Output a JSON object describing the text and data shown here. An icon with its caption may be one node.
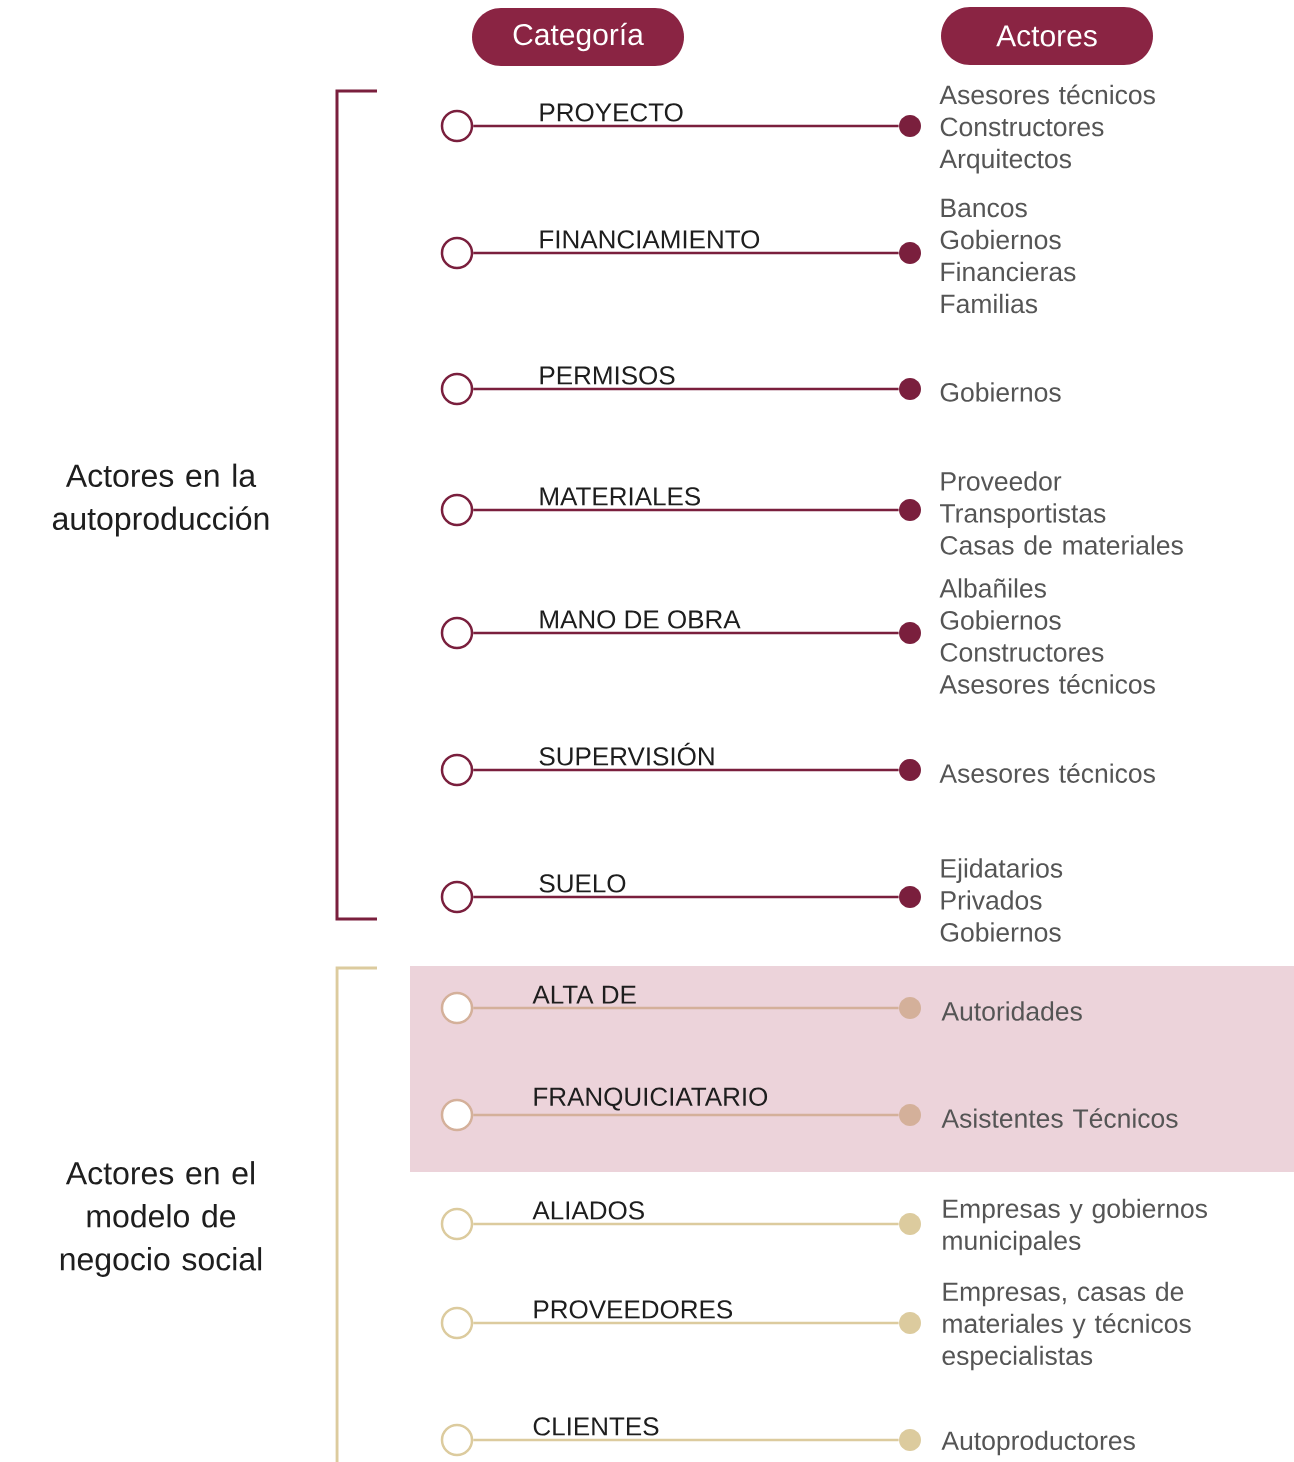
{
  "diagram": {
    "nodes": [
      {
        "text": [
          "Categoría"
        ]
      },
      {
        "text": [
          "Actores"
        ]
      },
      {
        "text": [],
        "shape": "circle"
      },
      {
        "text": [],
        "shape": "circle",
        "beside": [
          "Asesores técnicos",
          "Constructores",
          "Arquitectos"
        ]
      },
      {
        "text": [],
        "shape": "circle"
      },
      {
        "text": [],
        "shape": "circle",
        "beside": [
          "Bancos",
          "Gobiernos",
          "Financieras",
          "Familias"
        ]
      },
      {
        "text": [],
        "shape": "circle"
      },
      {
        "text": [],
        "shape": "circle",
        "beside": [
          "Gobiernos"
        ]
      },
      {
        "text": [],
        "shape": "circle"
      },
      {
        "text": [],
        "shape": "circle",
        "beside": [
          "Proveedor",
          "Transportistas",
          "Casas de materiales"
        ]
      },
      {
        "text": [],
        "shape": "circle"
      },
      {
        "text": [],
        "shape": "circle",
        "beside": [
          "Albañiles",
          "Gobiernos",
          "Constructores",
          "Asesores técnicos"
        ]
      },
      {
        "text": [],
        "shape": "circle"
      },
      {
        "text": [],
        "shape": "circle",
        "beside": [
          "Asesores técnicos"
        ]
      },
      {
        "text": [],
        "shape": "circle"
      },
      {
        "text": [],
        "shape": "circle",
        "beside": [
          "Ejidatarios",
          "Privados",
          "Gobiernos"
        ]
      },
      {
        "text": [],
        "shape": "circle"
      },
      {
        "text": [],
        "shape": "circle",
        "beside": [
          "Autoridades"
        ]
      },
      {
        "text": [],
        "shape": "circle"
      },
      {
        "text": [],
        "shape": "circle",
        "beside": [
          "Asistentes Técnicos"
        ]
      },
      {
        "text": [],
        "shape": "circle"
      },
      {
        "text": [],
        "shape": "circle",
        "beside": [
          "Empresas y gobiernos municipales"
        ]
      },
      {
        "text": [],
        "shape": "circle"
      },
      {
        "text": [],
        "shape": "circle",
        "beside": [
          "Empresas, casas de materiales y técnicos especialistas"
        ]
      },
      {
        "text": [],
        "shape": "circle"
      },
      {
        "text": [],
        "shape": "circle",
        "beside": [
          "Autoproductores"
        ]
      }
    ],
    "edges": [
      {
        "from": 2,
        "to": 3,
        "arrow": "none",
        "label": "PROYECTO"
      },
      {
        "from": 4,
        "to": 5,
        "arrow": "none",
        "label": "FINANCIAMIENTO"
      },
      {
        "from": 6,
        "to": 7,
        "arrow": "none",
        "label": "PERMISOS"
      },
      {
        "from": 8,
        "to": 9,
        "arrow": "none",
        "label": "MATERIALES"
      },
      {
        "from": 10,
        "to": 11,
        "arrow": "none",
        "label": "MANO DE OBRA"
      },
      {
        "from": 12,
        "to": 13,
        "arrow": "none",
        "label": "SUPERVISIÓN"
      },
      {
        "from": 14,
        "to": 15,
        "arrow": "none",
        "label": "SUELO"
      },
      {
        "from": 16,
        "to": 17,
        "arrow": "none",
        "label": "ALTA DE",
        "color": "#d4b09a"
      },
      {
        "from": 18,
        "to": 19,
        "arrow": "none",
        "label": "FRANQUICIATARIO",
        "color": "#d4b09a"
      },
      {
        "from": 20,
        "to": 21,
        "arrow": "none",
        "label": "ALIADOS",
        "color": "#dccb9e"
      },
      {
        "from": 22,
        "to": 23,
        "arrow": "none",
        "label": "PROVEEDORES",
        "color": "#dccb9e"
      },
      {
        "from": 24,
        "to": 25,
        "arrow": "none",
        "label": "CLIENTES",
        "color": "#dccb9e"
      }
    ],
    "labels": [
      "Actores en la autoproducción",
      "Actores en el modelo de negocio social"
    ]
  }
}
